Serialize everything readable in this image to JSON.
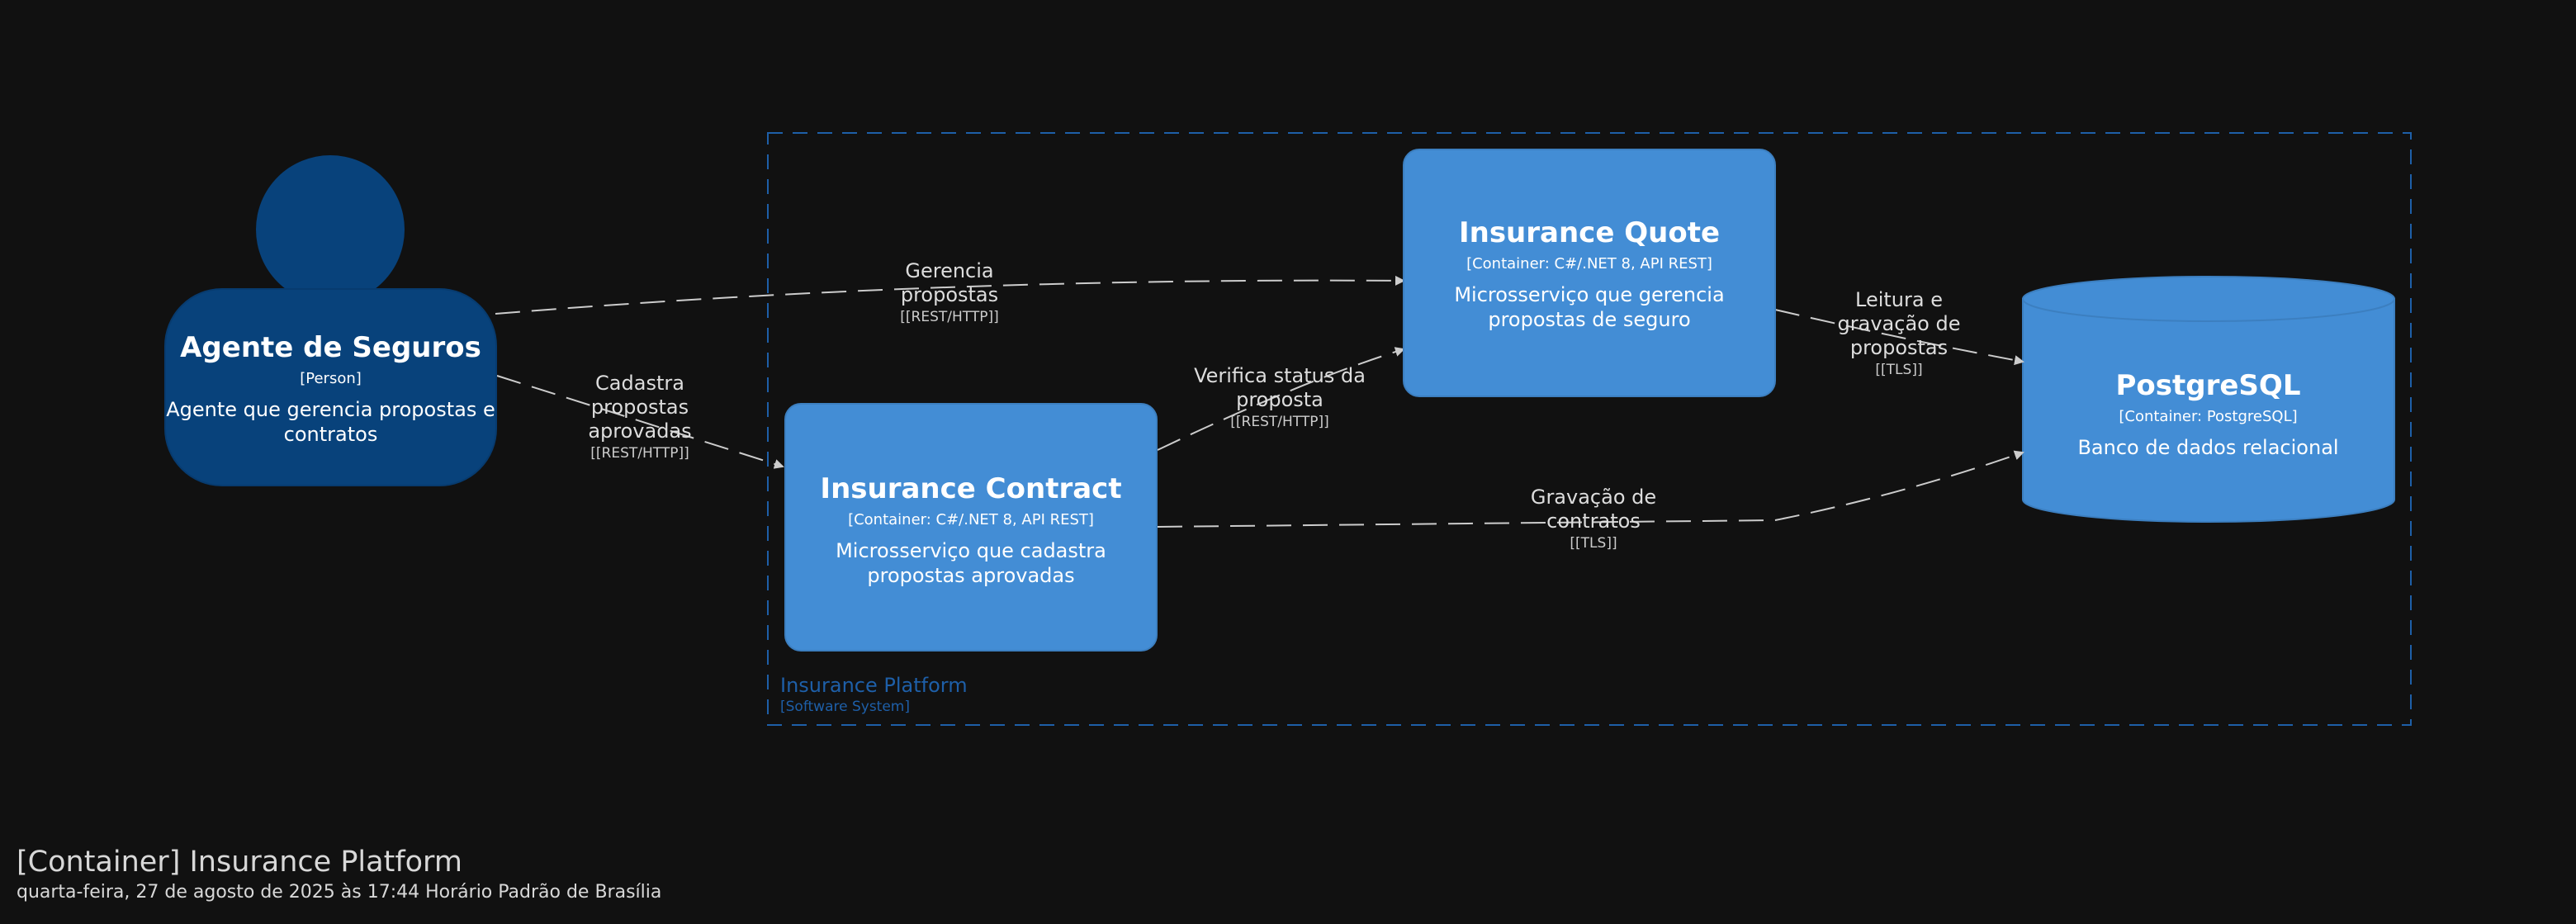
{
  "diagram": {
    "title": "[Container] Insurance Platform",
    "date": "quarta-feira, 27 de agosto de 2025 às 17:44 Horário Padrão de Brasília",
    "boundary": {
      "name": "Insurance Platform",
      "type": "[Software System]"
    },
    "nodes": {
      "agent": {
        "title": "Agente de Seguros",
        "tech": "[Person]",
        "desc": "Agente que gerencia propostas e contratos"
      },
      "quote": {
        "title": "Insurance Quote",
        "tech": "[Container: C#/.NET 8, API REST]",
        "desc": "Microsserviço que gerencia propostas de seguro"
      },
      "contract": {
        "title": "Insurance Contract",
        "tech": "[Container: C#/.NET 8, API REST]",
        "desc": "Microsserviço que cadastra propostas aprovadas"
      },
      "db": {
        "title": "PostgreSQL",
        "tech": "[Container: PostgreSQL]",
        "desc": "Banco de dados relacional"
      }
    },
    "edges": {
      "agent_quote": {
        "label": "Gerencia\npropostas",
        "tech": "[[REST/HTTP]]"
      },
      "agent_contract": {
        "label": "Cadastra\npropostas\naprovadas",
        "tech": "[[REST/HTTP]]"
      },
      "contract_quote": {
        "label": "Verifica status da\nproposta",
        "tech": "[[REST/HTTP]]"
      },
      "quote_db": {
        "label": "Leitura e\ngravação de\npropostas",
        "tech": "[[TLS]]"
      },
      "contract_db": {
        "label": "Gravação de\ncontratos",
        "tech": "[[TLS]]"
      }
    },
    "colors": {
      "background": "#111111",
      "person": "#08427B",
      "container": "#438DD5",
      "boundary": "#1E5FA8",
      "edge": "#cccccc"
    }
  }
}
